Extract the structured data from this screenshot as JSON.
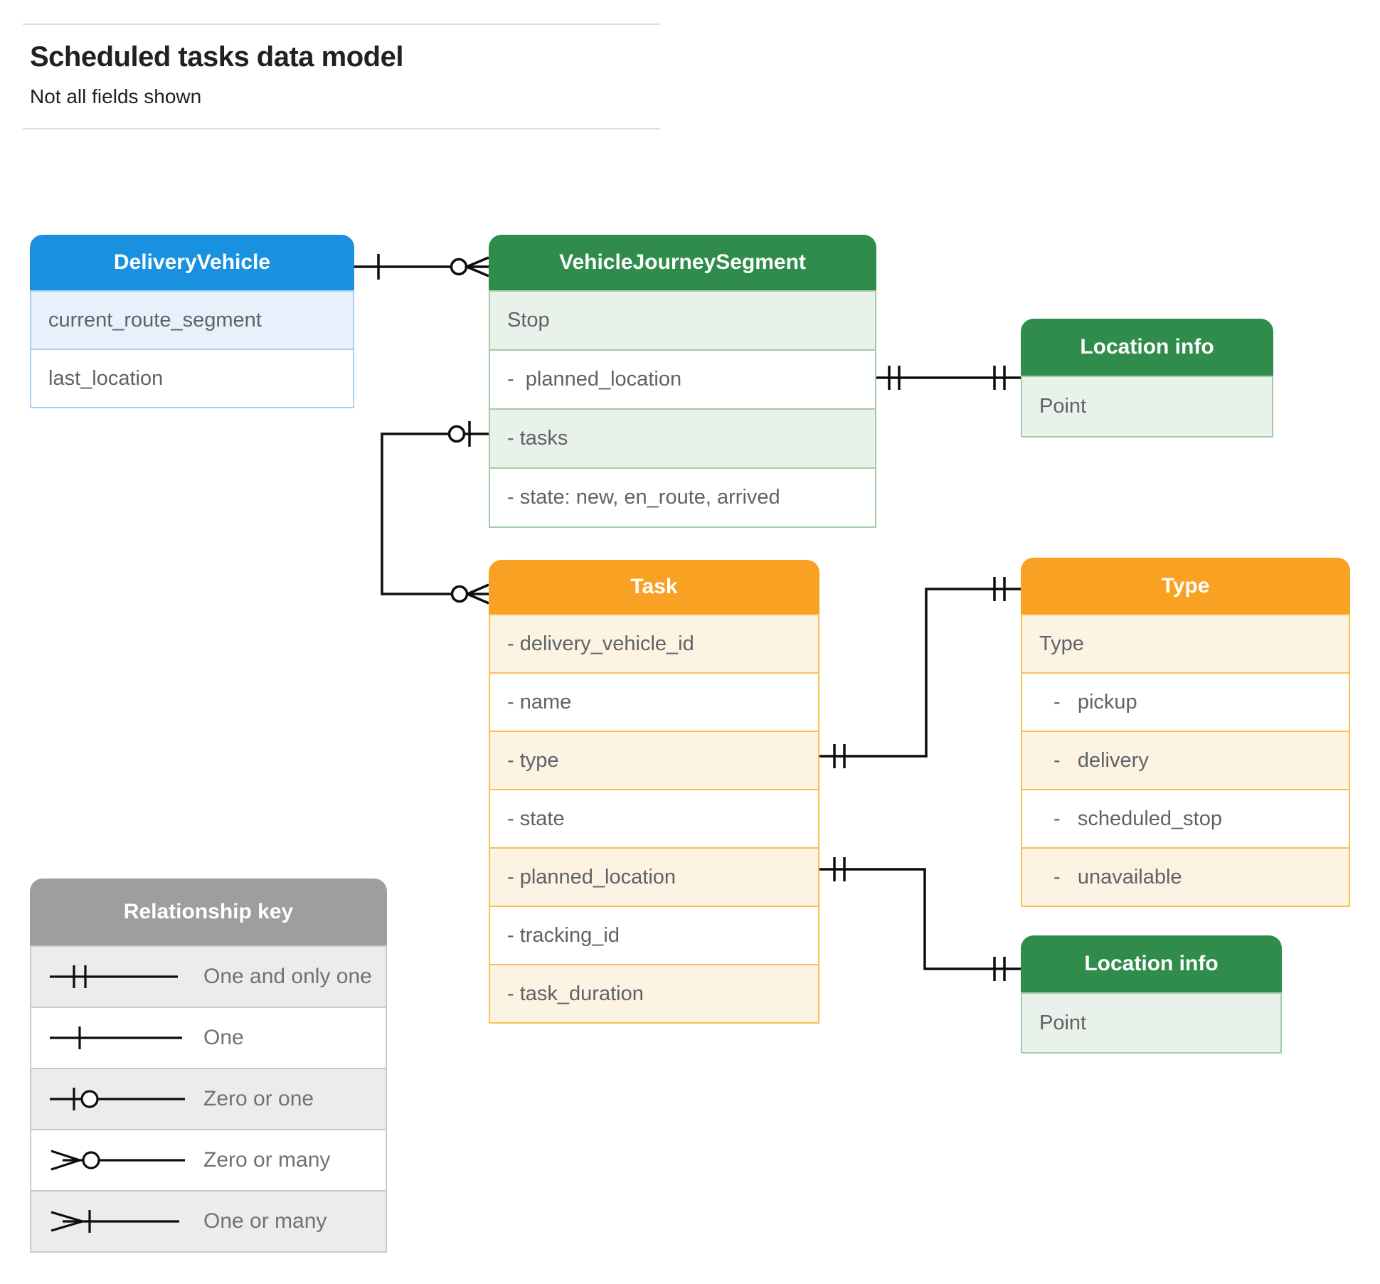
{
  "page": {
    "title": "Scheduled tasks data model",
    "subtitle": "Not all fields shown"
  },
  "colors": {
    "blue_header": "#1a91e0",
    "blue_tint": "#e8f1fb",
    "green_header": "#2f8c4b",
    "green_tint": "#e9f2ea",
    "orange_header": "#f9a122",
    "orange_tint": "#fdf3e2",
    "gray_header": "#9e9e9e",
    "gray_tint": "#ececec",
    "row_text": "#5f6368",
    "connector": "#0d0d0d"
  },
  "entities": {
    "delivery_vehicle": {
      "title": "DeliveryVehicle",
      "rows": [
        "current_route_segment",
        "last_location"
      ]
    },
    "vehicle_journey_segment": {
      "title": "VehicleJourneySegment",
      "rows": [
        "Stop",
        "-  planned_location",
        "- tasks",
        "- state: new, en_route, arrived"
      ]
    },
    "location_info_top": {
      "title": "Location info",
      "rows": [
        "Point"
      ]
    },
    "task": {
      "title": "Task",
      "rows": [
        "- delivery_vehicle_id",
        "- name",
        "- type",
        "- state",
        "- planned_location",
        "- tracking_id",
        "- task_duration"
      ]
    },
    "type": {
      "title": "Type",
      "rows": [
        "Type",
        "-   pickup",
        "-   delivery",
        "-   scheduled_stop",
        "-   unavailable"
      ]
    },
    "location_info_bottom": {
      "title": "Location info",
      "rows": [
        "Point"
      ]
    }
  },
  "legend": {
    "title": "Relationship key",
    "items": [
      {
        "symbol": "one-and-only-one",
        "label": "One and only one"
      },
      {
        "symbol": "one",
        "label": "One"
      },
      {
        "symbol": "zero-or-one",
        "label": "Zero or one"
      },
      {
        "symbol": "zero-or-many",
        "label": "Zero or many"
      },
      {
        "symbol": "one-or-many",
        "label": "One or many"
      }
    ]
  },
  "relationships": [
    {
      "from": "DeliveryVehicle",
      "to": "VehicleJourneySegment",
      "from_cardinality": "one",
      "to_cardinality": "zero-or-many"
    },
    {
      "from": "VehicleJourneySegment.tasks",
      "to": "Task",
      "from_cardinality": "zero-or-one",
      "to_cardinality": "zero-or-many"
    },
    {
      "from": "VehicleJourneySegment.planned_location",
      "to": "Location info",
      "from_cardinality": "one-and-only-one",
      "to_cardinality": "one-and-only-one"
    },
    {
      "from": "Task.type",
      "to": "Type",
      "from_cardinality": "one-and-only-one",
      "to_cardinality": "one-and-only-one"
    },
    {
      "from": "Task.planned_location",
      "to": "Location info",
      "from_cardinality": "one-and-only-one",
      "to_cardinality": "one-and-only-one"
    }
  ]
}
